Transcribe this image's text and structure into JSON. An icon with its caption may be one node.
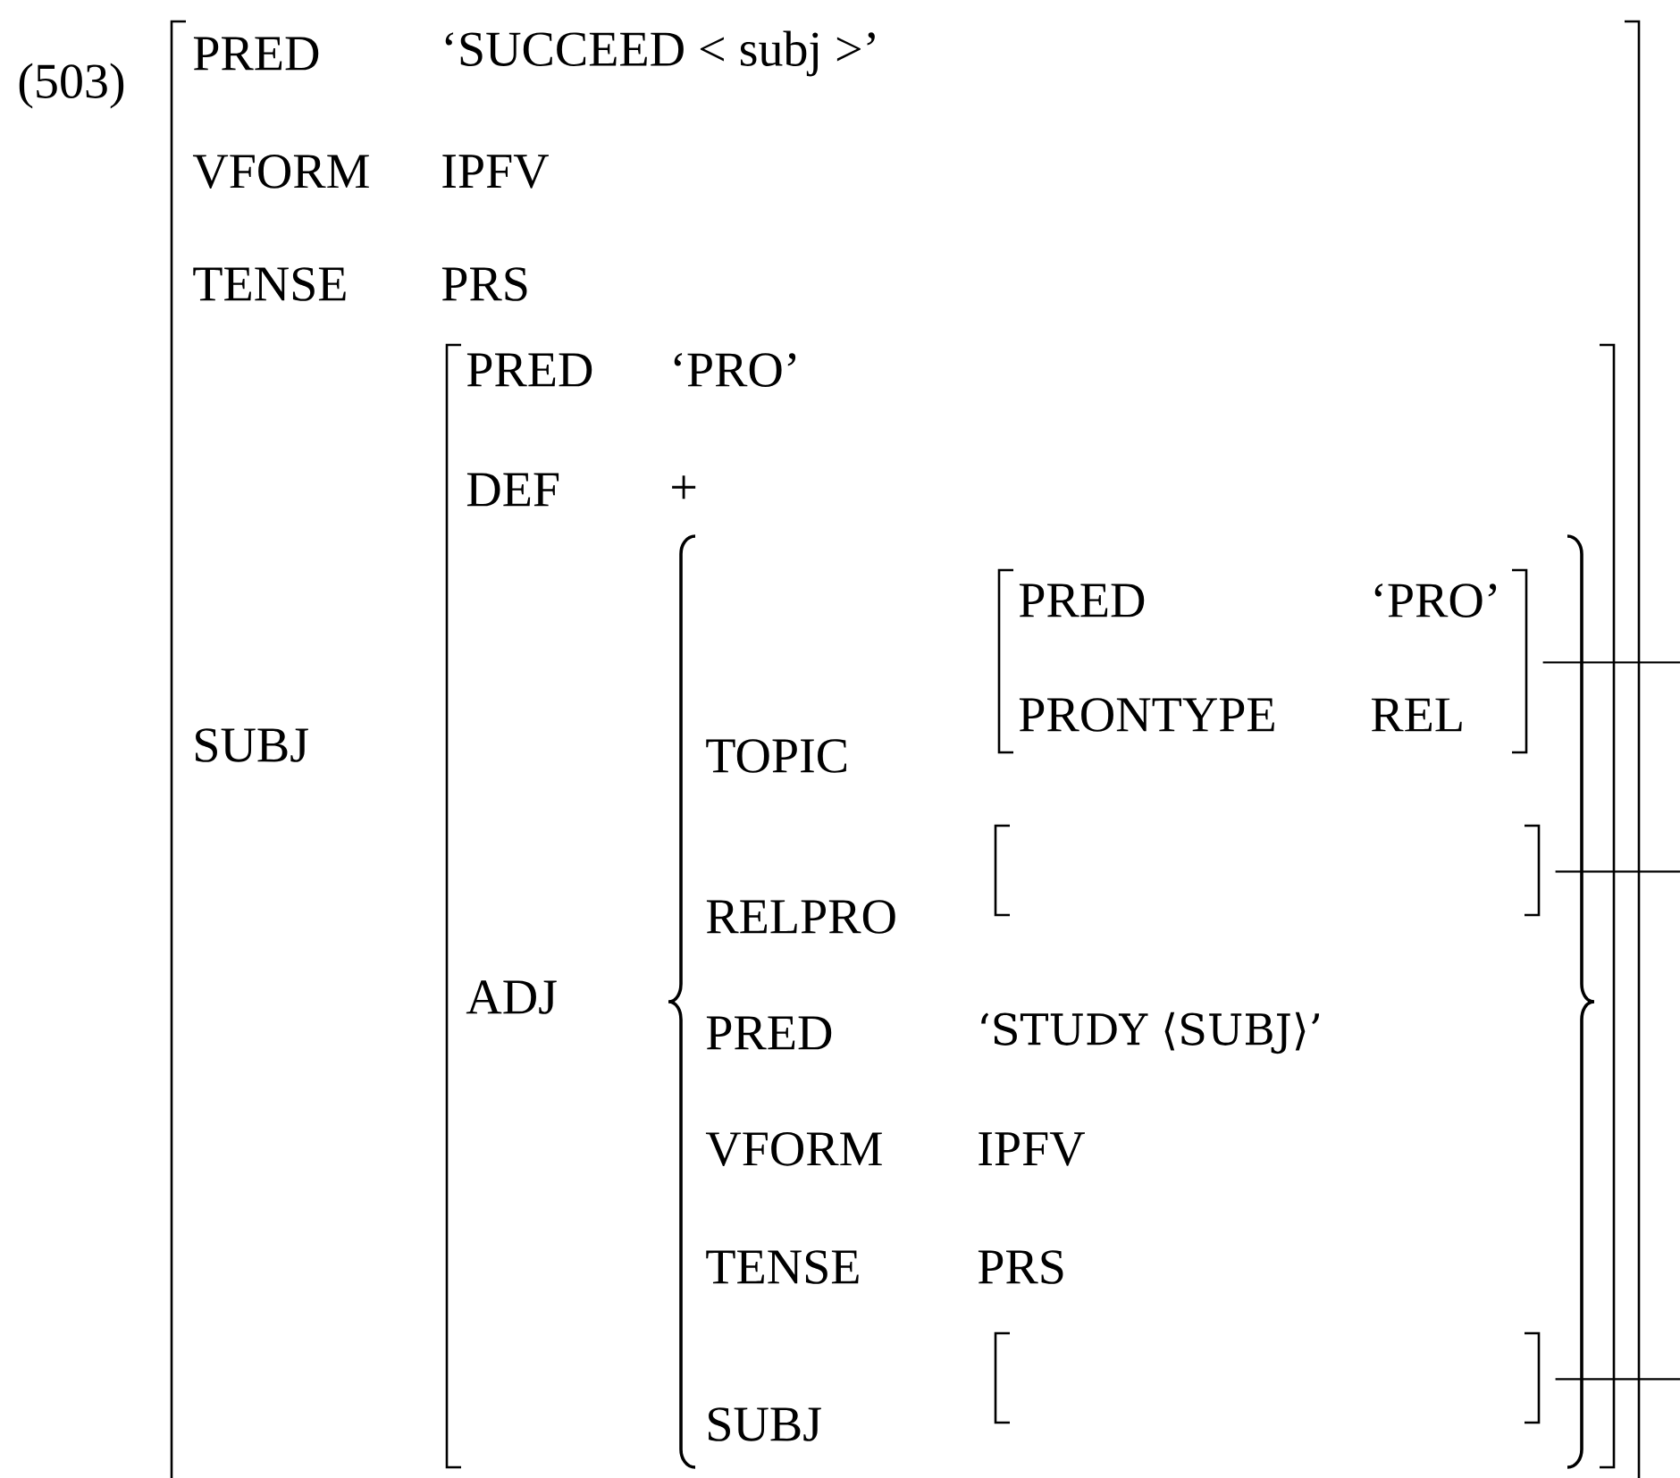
{
  "diagram": {
    "nodes": [
      {
        "text": [
          "PRED",
          "‘SUCCEED < subj >’",
          "VFORM",
          "IPFV",
          "TENSE",
          "PRS",
          "SUBJ"
        ]
      },
      {
        "text": [
          "PRED",
          "‘PRO’",
          "DEF",
          "+",
          "ADJ"
        ],
        "in": 0
      },
      {
        "text": [
          "TOPIC",
          "RELPRO",
          "PRED",
          "‘STUDY ⟨SUBJ⟩’",
          "VFORM",
          "IPFV",
          "TENSE",
          "PRS",
          "SUBJ"
        ],
        "in": 1
      },
      {
        "text": [
          "PRED",
          "‘PRO’",
          "PRONTYPE",
          "REL"
        ],
        "in": 2
      },
      {
        "text": [],
        "shape": "box",
        "in": 2
      },
      {
        "text": [],
        "shape": "box",
        "in": 2
      }
    ],
    "edges": [
      {
        "from": 3,
        "to": null,
        "arrow": "none"
      },
      {
        "from": 4,
        "to": null,
        "arrow": "none"
      },
      {
        "from": 5,
        "to": null,
        "arrow": "none"
      }
    ],
    "labels": [
      "(503)"
    ]
  }
}
